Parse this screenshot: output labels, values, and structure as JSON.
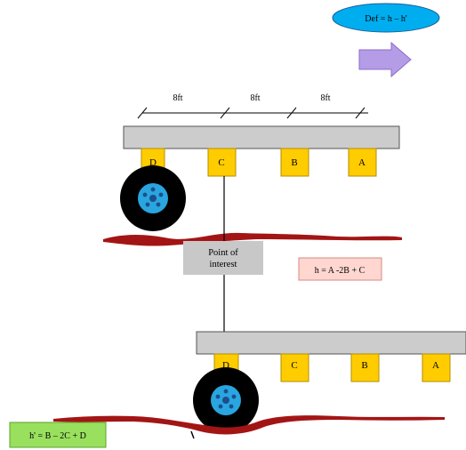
{
  "deflection_oval": {
    "text": "Def = h – h'"
  },
  "dimensions": {
    "labels": [
      "8ft",
      "8ft",
      "8ft"
    ]
  },
  "upper_beam": {
    "pads": [
      "D",
      "C",
      "B",
      "A"
    ]
  },
  "lower_beam": {
    "pads": [
      "D",
      "C",
      "B",
      "A"
    ]
  },
  "point_of_interest": {
    "text_line1": "Point of",
    "text_line2": "interest"
  },
  "formula_h": {
    "text": "h = A -2B + C"
  },
  "formula_h_prime": {
    "text": "h' = B – 2C + D"
  },
  "colors": {
    "oval_fill": "#00aeef",
    "arrow_fill": "#b59ce6",
    "beam_fill": "#cccccc",
    "pad_fill": "#ffcc00",
    "road_fill": "#a31515",
    "label_box_fill": "#c8c8c8",
    "formula_h_fill": "#ffd6d0",
    "formula_h_prime_fill": "#99e05e",
    "wheel_hub_fill": "#29a5e0"
  }
}
